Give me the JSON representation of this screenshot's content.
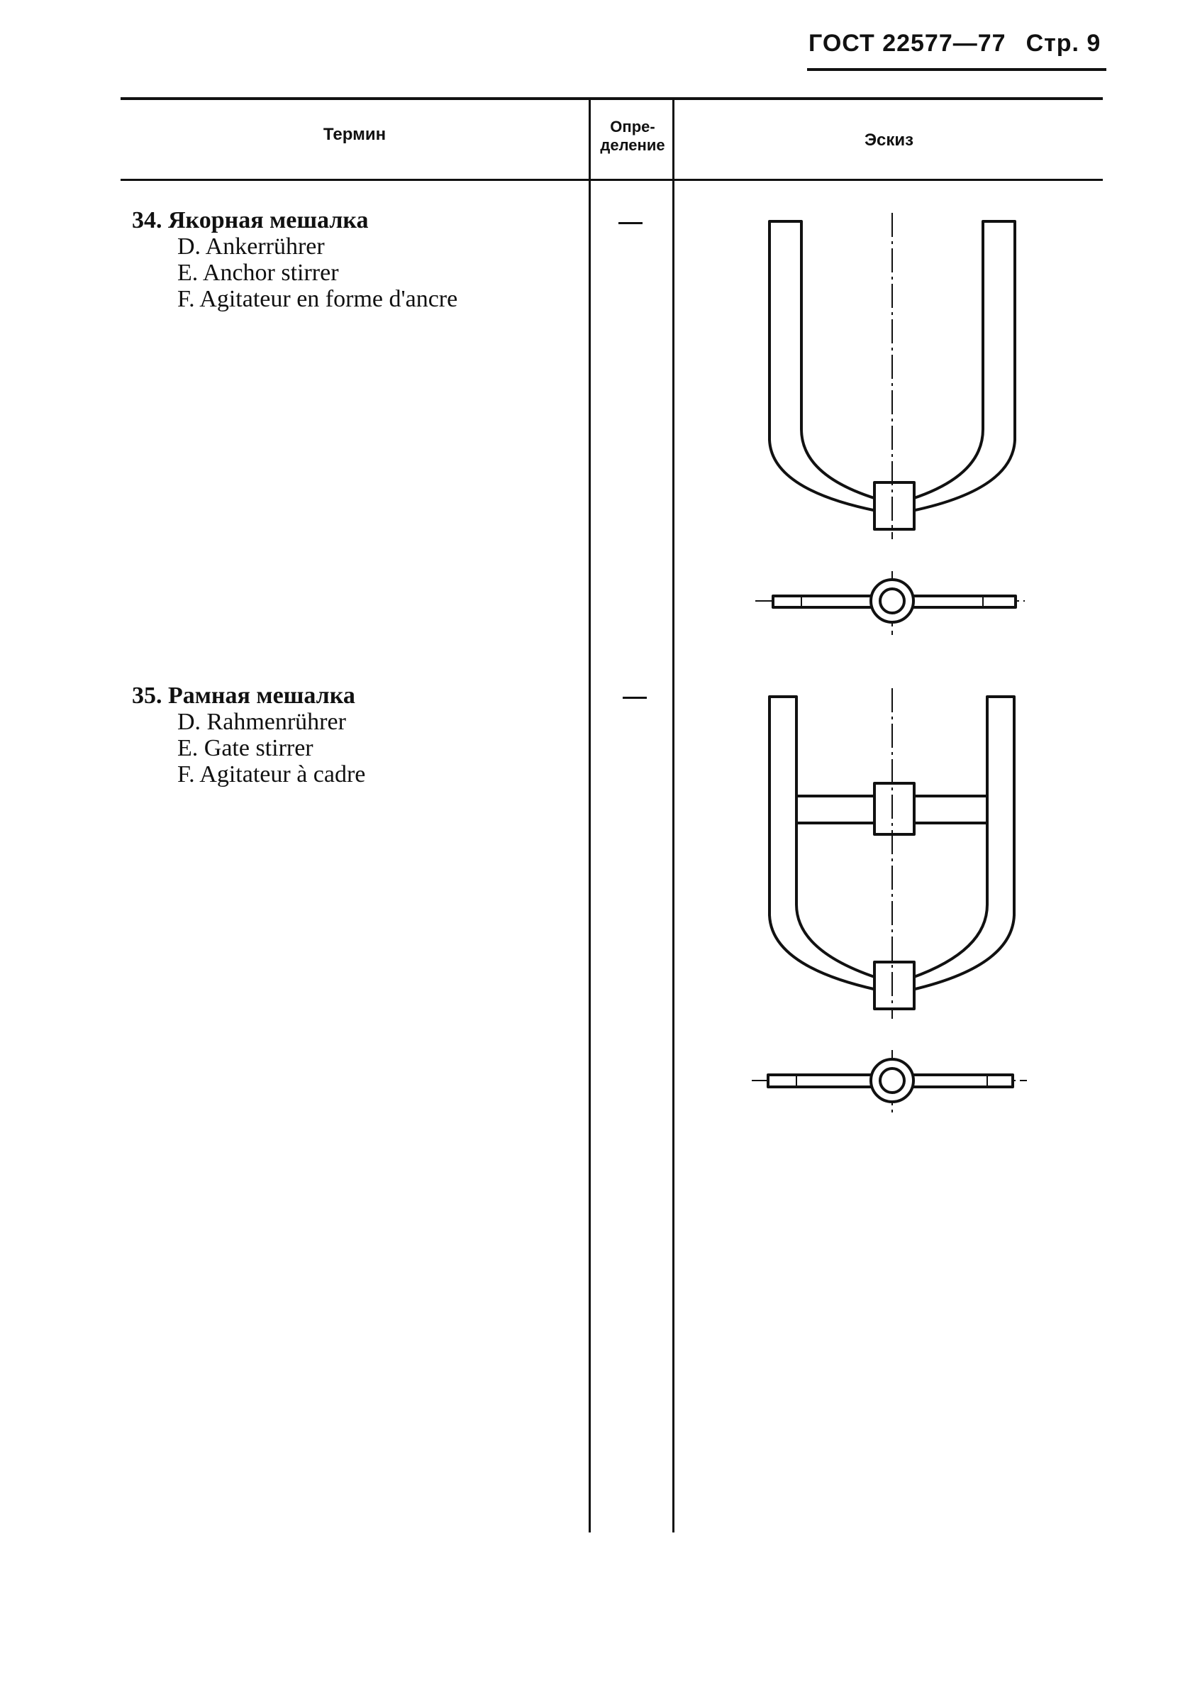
{
  "header": {
    "standard": "ГОСТ 22577—77",
    "page": "Стр. 9"
  },
  "table": {
    "columns": {
      "term": "Термин",
      "definition_line1": "Опре-",
      "definition_line2": "деление",
      "sketch": "Эскиз"
    },
    "entries": [
      {
        "term": "34. Якорная мешалка",
        "de": "D. Ankerrührer",
        "en": "E. Anchor stirrer",
        "fr": "F. Agitateur en forme d'ancre",
        "definition": "—",
        "sketch_icon": "anchor-stirrer-drawing"
      },
      {
        "term": "35. Рамная мешалка",
        "de": "D. Rahmenrührer",
        "en": "E. Gate stirrer",
        "fr": "F. Agitateur à cadre",
        "definition": "—",
        "sketch_icon": "gate-stirrer-drawing"
      }
    ]
  }
}
